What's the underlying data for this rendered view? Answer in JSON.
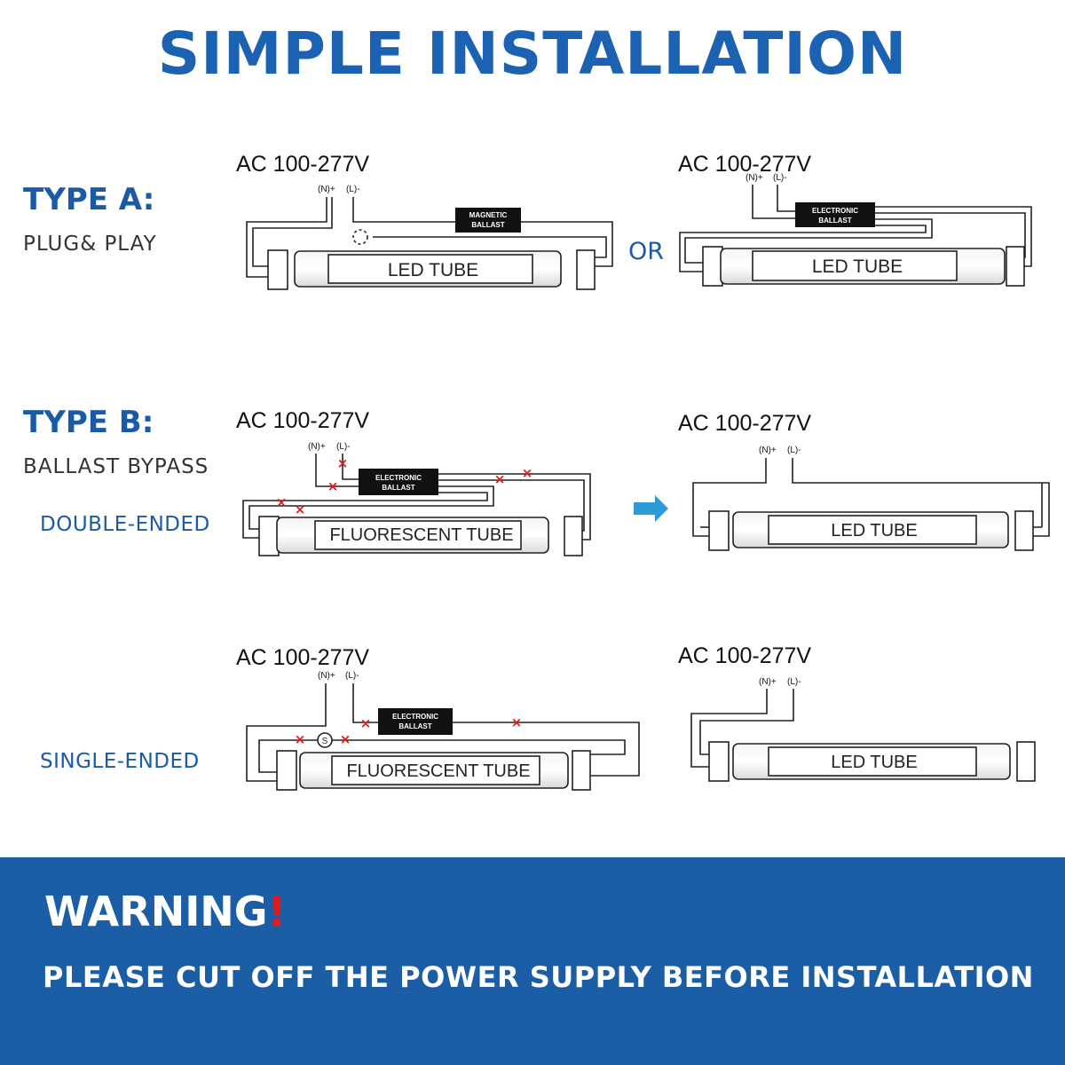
{
  "title": "SIMPLE INSTALLATION",
  "type_a": {
    "label": "TYPE A:",
    "subtitle": "PLUG& PLAY",
    "voltage": "AC 100-277V",
    "n_label": "(N)+",
    "l_label": "(L)-",
    "ballast_left": [
      "MAGNETIC",
      "BALLAST"
    ],
    "ballast_right": [
      "ELECTRONIC",
      "BALLAST"
    ],
    "tube": "LED TUBE",
    "or": "OR"
  },
  "type_b": {
    "label": "TYPE B:",
    "subtitle": "BALLAST BYPASS",
    "double_ended": "DOUBLE-ENDED",
    "single_ended": "SINGLE-ENDED",
    "voltage": "AC 100-277V",
    "n_label": "(N)+",
    "l_label": "(L)-",
    "ballast": [
      "ELECTRONIC",
      "BALLAST"
    ],
    "fluorescent": "FLUORESCENT TUBE",
    "tube": "LED TUBE",
    "starter": "S",
    "cut_mark": "×"
  },
  "warning": {
    "title": "WARNING",
    "exclaim": "!",
    "text": "PLEASE CUT OFF THE POWER SUPPLY BEFORE INSTALLATION"
  },
  "colors": {
    "heading_blue": "#1b63b2",
    "band_blue": "#1b5ea6",
    "cut_red": "#e11a1a",
    "arrow_blue": "#2c9ad6"
  }
}
